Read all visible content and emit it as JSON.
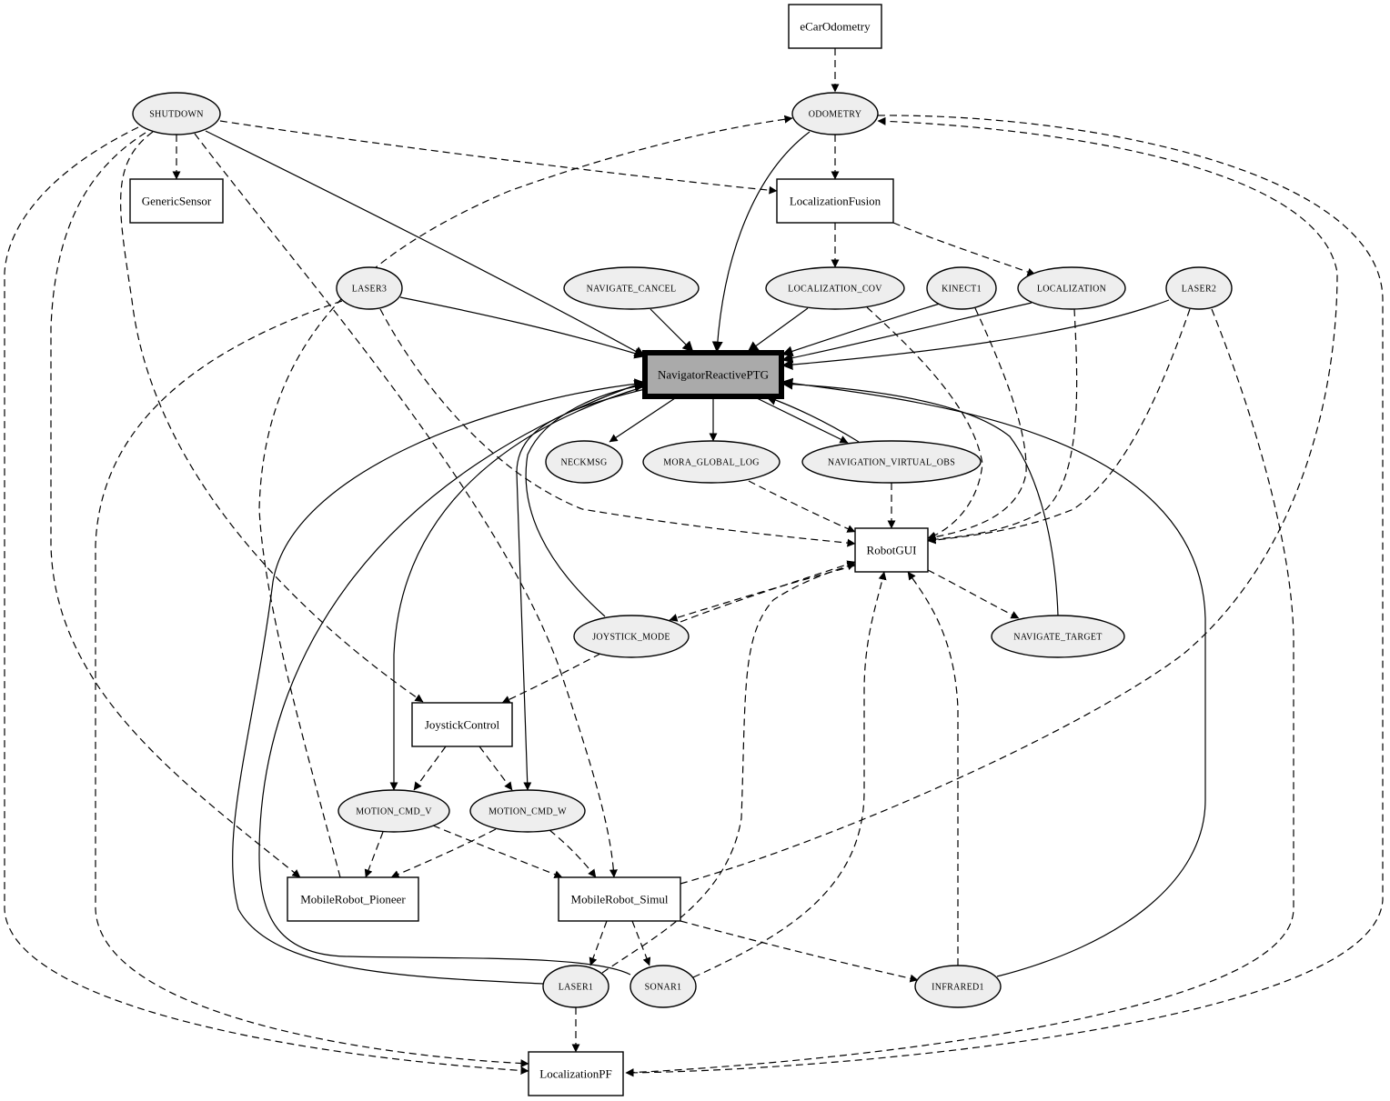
{
  "diagram": {
    "type": "directed-graph",
    "colors": {
      "process_fill": "#ffffff",
      "topic_fill": "#eeeeee",
      "highlight_fill": "#aaaaaa",
      "stroke": "#000000"
    },
    "nodes": [
      {
        "id": "eCarOdometry",
        "label": "eCarOdometry",
        "shape": "box"
      },
      {
        "id": "ODOMETRY",
        "label": "ODOMETRY",
        "shape": "ellipse"
      },
      {
        "id": "SHUTDOWN",
        "label": "SHUTDOWN",
        "shape": "ellipse"
      },
      {
        "id": "GenericSensor",
        "label": "GenericSensor",
        "shape": "box"
      },
      {
        "id": "LocalizationFusion",
        "label": "LocalizationFusion",
        "shape": "box"
      },
      {
        "id": "LASER3",
        "label": "LASER3",
        "shape": "ellipse"
      },
      {
        "id": "NAVIGATE_CANCEL",
        "label": "NAVIGATE_CANCEL",
        "shape": "ellipse"
      },
      {
        "id": "LOCALIZATION_COV",
        "label": "LOCALIZATION_COV",
        "shape": "ellipse"
      },
      {
        "id": "KINECT1",
        "label": "KINECT1",
        "shape": "ellipse"
      },
      {
        "id": "LOCALIZATION",
        "label": "LOCALIZATION",
        "shape": "ellipse"
      },
      {
        "id": "LASER2",
        "label": "LASER2",
        "shape": "ellipse"
      },
      {
        "id": "NavigatorReactivePTG",
        "label": "NavigatorReactivePTG",
        "shape": "box",
        "highlighted": true
      },
      {
        "id": "NECKMSG",
        "label": "NECKMSG",
        "shape": "ellipse"
      },
      {
        "id": "MORA_GLOBAL_LOG",
        "label": "MORA_GLOBAL_LOG",
        "shape": "ellipse"
      },
      {
        "id": "NAVIGATION_VIRTUAL_OBS",
        "label": "NAVIGATION_VIRTUAL_OBS",
        "shape": "ellipse"
      },
      {
        "id": "RobotGUI",
        "label": "RobotGUI",
        "shape": "box"
      },
      {
        "id": "JOYSTICK_MODE",
        "label": "JOYSTICK_MODE",
        "shape": "ellipse"
      },
      {
        "id": "NAVIGATE_TARGET",
        "label": "NAVIGATE_TARGET",
        "shape": "ellipse"
      },
      {
        "id": "JoystickControl",
        "label": "JoystickControl",
        "shape": "box"
      },
      {
        "id": "MOTION_CMD_V",
        "label": "MOTION_CMD_V",
        "shape": "ellipse"
      },
      {
        "id": "MOTION_CMD_W",
        "label": "MOTION_CMD_W",
        "shape": "ellipse"
      },
      {
        "id": "MobileRobot_Pioneer",
        "label": "MobileRobot_Pioneer",
        "shape": "box"
      },
      {
        "id": "MobileRobot_Simul",
        "label": "MobileRobot_Simul",
        "shape": "box"
      },
      {
        "id": "LASER1",
        "label": "LASER1",
        "shape": "ellipse"
      },
      {
        "id": "SONAR1",
        "label": "SONAR1",
        "shape": "ellipse"
      },
      {
        "id": "INFRARED1",
        "label": "INFRARED1",
        "shape": "ellipse"
      },
      {
        "id": "LocalizationPF",
        "label": "LocalizationPF",
        "shape": "box"
      }
    ],
    "edges": [
      {
        "from": "eCarOdometry",
        "to": "ODOMETRY",
        "style": "dashed"
      },
      {
        "from": "ODOMETRY",
        "to": "LocalizationFusion",
        "style": "dashed"
      },
      {
        "from": "ODOMETRY",
        "to": "NavigatorReactivePTG",
        "style": "solid"
      },
      {
        "from": "SHUTDOWN",
        "to": "GenericSensor",
        "style": "dashed"
      },
      {
        "from": "SHUTDOWN",
        "to": "LocalizationFusion",
        "style": "dashed"
      },
      {
        "from": "SHUTDOWN",
        "to": "NavigatorReactivePTG",
        "style": "solid"
      },
      {
        "from": "SHUTDOWN",
        "to": "JoystickControl",
        "style": "dashed"
      },
      {
        "from": "SHUTDOWN",
        "to": "MobileRobot_Simul",
        "style": "dashed"
      },
      {
        "from": "SHUTDOWN",
        "to": "MobileRobot_Pioneer",
        "style": "dashed"
      },
      {
        "from": "SHUTDOWN",
        "to": "LocalizationPF",
        "style": "dashed"
      },
      {
        "from": "LocalizationFusion",
        "to": "LOCALIZATION_COV",
        "style": "dashed"
      },
      {
        "from": "LocalizationFusion",
        "to": "LOCALIZATION",
        "style": "dashed"
      },
      {
        "from": "LASER3",
        "to": "NavigatorReactivePTG",
        "style": "solid"
      },
      {
        "from": "LASER3",
        "to": "RobotGUI",
        "style": "dashed"
      },
      {
        "from": "LASER3",
        "to": "LocalizationPF",
        "style": "dashed"
      },
      {
        "from": "NAVIGATE_CANCEL",
        "to": "NavigatorReactivePTG",
        "style": "solid"
      },
      {
        "from": "LOCALIZATION_COV",
        "to": "NavigatorReactivePTG",
        "style": "solid"
      },
      {
        "from": "LOCALIZATION_COV",
        "to": "RobotGUI",
        "style": "dashed"
      },
      {
        "from": "KINECT1",
        "to": "NavigatorReactivePTG",
        "style": "solid"
      },
      {
        "from": "KINECT1",
        "to": "RobotGUI",
        "style": "dashed"
      },
      {
        "from": "LOCALIZATION",
        "to": "NavigatorReactivePTG",
        "style": "solid"
      },
      {
        "from": "LOCALIZATION",
        "to": "RobotGUI",
        "style": "dashed"
      },
      {
        "from": "LASER2",
        "to": "NavigatorReactivePTG",
        "style": "solid"
      },
      {
        "from": "LASER2",
        "to": "RobotGUI",
        "style": "dashed"
      },
      {
        "from": "LASER2",
        "to": "LocalizationPF",
        "style": "dashed"
      },
      {
        "from": "NavigatorReactivePTG",
        "to": "NECKMSG",
        "style": "solid"
      },
      {
        "from": "NavigatorReactivePTG",
        "to": "MORA_GLOBAL_LOG",
        "style": "solid"
      },
      {
        "from": "NavigatorReactivePTG",
        "to": "NAVIGATION_VIRTUAL_OBS",
        "style": "solid"
      },
      {
        "from": "NavigatorReactivePTG",
        "to": "MOTION_CMD_V",
        "style": "solid"
      },
      {
        "from": "NavigatorReactivePTG",
        "to": "MOTION_CMD_W",
        "style": "solid"
      },
      {
        "from": "NAVIGATION_VIRTUAL_OBS",
        "to": "NavigatorReactivePTG",
        "style": "solid"
      },
      {
        "from": "NAVIGATION_VIRTUAL_OBS",
        "to": "RobotGUI",
        "style": "dashed"
      },
      {
        "from": "MORA_GLOBAL_LOG",
        "to": "RobotGUI",
        "style": "dashed"
      },
      {
        "from": "RobotGUI",
        "to": "JOYSTICK_MODE",
        "style": "dashed"
      },
      {
        "from": "RobotGUI",
        "to": "NAVIGATE_TARGET",
        "style": "dashed"
      },
      {
        "from": "JOYSTICK_MODE",
        "to": "RobotGUI",
        "style": "dashed"
      },
      {
        "from": "JOYSTICK_MODE",
        "to": "NavigatorReactivePTG",
        "style": "solid"
      },
      {
        "from": "JOYSTICK_MODE",
        "to": "JoystickControl",
        "style": "dashed"
      },
      {
        "from": "NAVIGATE_TARGET",
        "to": "NavigatorReactivePTG",
        "style": "solid"
      },
      {
        "from": "JoystickControl",
        "to": "MOTION_CMD_V",
        "style": "dashed"
      },
      {
        "from": "JoystickControl",
        "to": "MOTION_CMD_W",
        "style": "dashed"
      },
      {
        "from": "MOTION_CMD_V",
        "to": "MobileRobot_Pioneer",
        "style": "dashed"
      },
      {
        "from": "MOTION_CMD_V",
        "to": "MobileRobot_Simul",
        "style": "dashed"
      },
      {
        "from": "MOTION_CMD_W",
        "to": "MobileRobot_Pioneer",
        "style": "dashed"
      },
      {
        "from": "MOTION_CMD_W",
        "to": "MobileRobot_Simul",
        "style": "dashed"
      },
      {
        "from": "MobileRobot_Pioneer",
        "to": "ODOMETRY",
        "style": "dashed"
      },
      {
        "from": "MobileRobot_Simul",
        "to": "ODOMETRY",
        "style": "dashed"
      },
      {
        "from": "MobileRobot_Simul",
        "to": "LASER1",
        "style": "dashed"
      },
      {
        "from": "MobileRobot_Simul",
        "to": "SONAR1",
        "style": "dashed"
      },
      {
        "from": "MobileRobot_Simul",
        "to": "INFRARED1",
        "style": "dashed"
      },
      {
        "from": "LASER1",
        "to": "NavigatorReactivePTG",
        "style": "solid"
      },
      {
        "from": "LASER1",
        "to": "RobotGUI",
        "style": "dashed"
      },
      {
        "from": "LASER1",
        "to": "LocalizationPF",
        "style": "dashed"
      },
      {
        "from": "SONAR1",
        "to": "NavigatorReactivePTG",
        "style": "solid"
      },
      {
        "from": "SONAR1",
        "to": "RobotGUI",
        "style": "dashed"
      },
      {
        "from": "INFRARED1",
        "to": "NavigatorReactivePTG",
        "style": "solid"
      },
      {
        "from": "INFRARED1",
        "to": "RobotGUI",
        "style": "dashed"
      },
      {
        "from": "ODOMETRY",
        "to": "LocalizationPF",
        "style": "dashed"
      }
    ]
  }
}
